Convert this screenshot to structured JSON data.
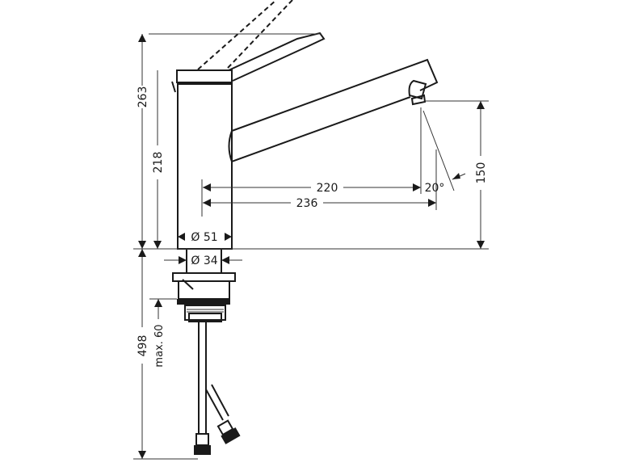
{
  "drawing": {
    "dimensions": {
      "total_height": "263",
      "body_height": "218",
      "spout_reach_inner": "220",
      "spout_reach_outer": "236",
      "spray_angle": "20°",
      "spout_clearance": "150",
      "body_diameter": "Ø 51",
      "shank_diameter": "Ø 34",
      "hose_length": "498",
      "max_counter_thickness": "max. 60"
    },
    "line_color": "#1a1a1a"
  }
}
